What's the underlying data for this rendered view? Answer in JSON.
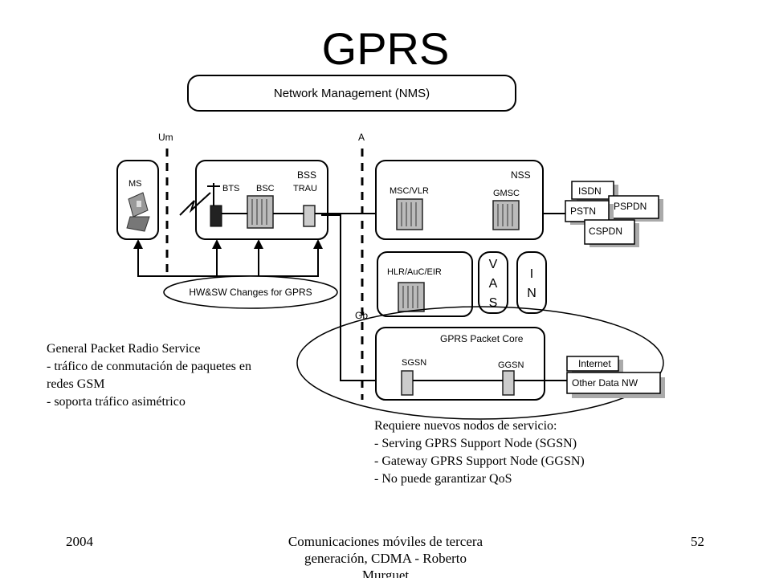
{
  "title": "GPRS",
  "diagram": {
    "nms": "Network Management (NMS)",
    "interfaces": {
      "um": "Um",
      "a": "A",
      "gb": "Gb"
    },
    "ms": "MS",
    "bss": {
      "label": "BSS",
      "bts": "BTS",
      "bsc": "BSC",
      "trau": "TRAU"
    },
    "nss": {
      "label": "NSS",
      "msc": "MSC/VLR",
      "gmsc": "GMSC"
    },
    "hlr": "HLR/AuC/EIR",
    "vas": [
      "V",
      "A",
      "S"
    ],
    "in": [
      "I",
      "N"
    ],
    "networks": {
      "isdn": "ISDN",
      "pspdn": "PSPDN",
      "pstn": "PSTN",
      "cspdn": "CSPDN"
    },
    "hw_changes": "HW&SW Changes for  GPRS",
    "core": {
      "label": "GPRS Packet Core",
      "sgsn": "SGSN",
      "ggsn": "GGSN"
    },
    "external": {
      "internet": "Internet",
      "other": "Other Data NW"
    }
  },
  "left_text": [
    "General Packet Radio Service",
    "- tráfico de conmutación de paquetes en",
    "redes GSM",
    "- soporta tráfico asimétrico"
  ],
  "right_text": [
    "Requiere nuevos nodos de servicio:",
    "- Serving GPRS Support Node (SGSN)",
    "- Gateway GPRS Support Node (GGSN)",
    "- No puede garantizar QoS"
  ],
  "footer": {
    "year": "2004",
    "course_line1": "Comunicaciones móviles de tercera",
    "course_line2": "generación, CDMA - Roberto",
    "course_line3": "Murguet",
    "page": "52"
  }
}
